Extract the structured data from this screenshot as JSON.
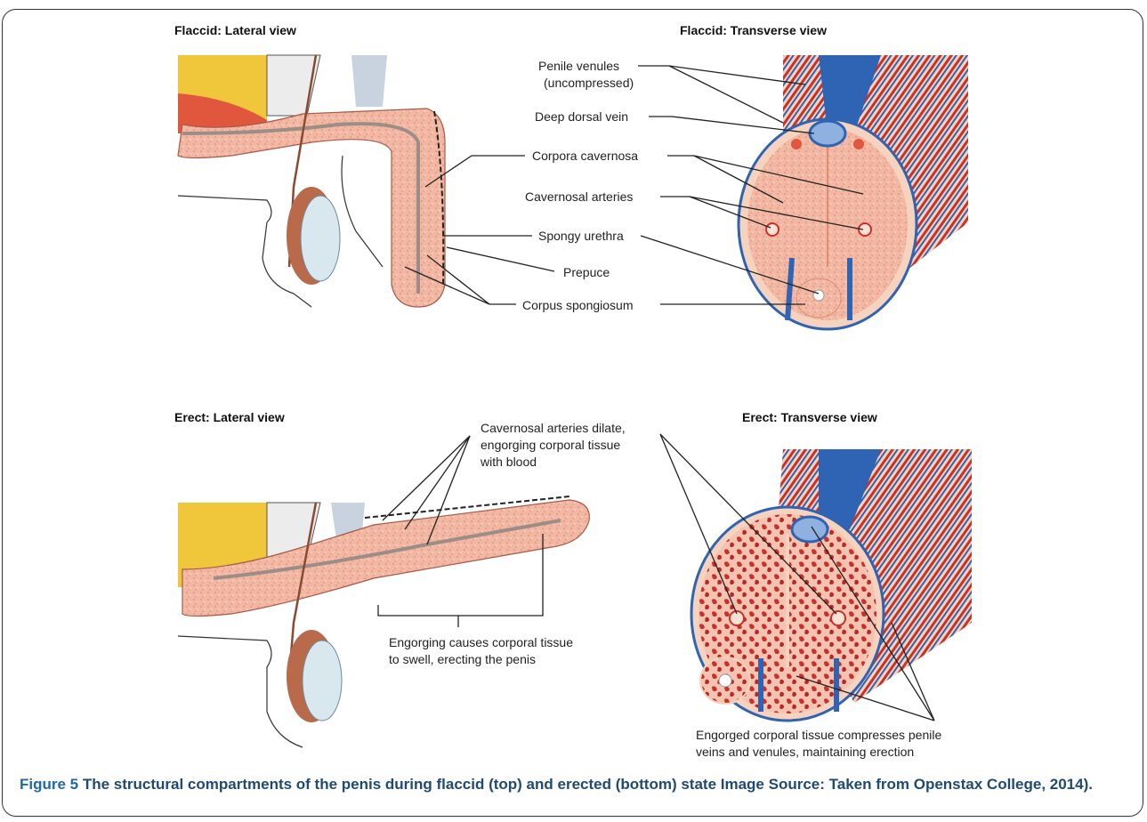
{
  "panels": {
    "flaccid_lateral": {
      "title": "Flaccid: Lateral view"
    },
    "flaccid_transverse": {
      "title": "Flaccid: Transverse view"
    },
    "erect_lateral": {
      "title": "Erect: Lateral view"
    },
    "erect_transverse": {
      "title": "Erect: Transverse view"
    }
  },
  "labels": {
    "penile_venules_1": "Penile venules",
    "penile_venules_2": "(uncompressed)",
    "deep_dorsal_vein": "Deep dorsal vein",
    "corpora_cavernosa": "Corpora cavernosa",
    "cavernosal_arteries": "Cavernosal arteries",
    "spongy_urethra": "Spongy urethra",
    "prepuce": "Prepuce",
    "corpus_spongiosum": "Corpus spongiosum",
    "dilate_1": "Cavernosal arteries dilate,",
    "dilate_2": "engorging corporal tissue",
    "dilate_3": "with blood",
    "swell_1": "Engorging causes corporal tissue",
    "swell_2": "to swell, erecting the penis",
    "compress_1": "Engorged corporal tissue compresses penile",
    "compress_2": "veins and venules, maintaining erection"
  },
  "caption": {
    "label": "Figure 5",
    "text": " The structural compartments of the penis during flaccid (top) and erected (bottom) state Image Source: Taken from Openstax College, 2014)."
  },
  "colors": {
    "tissue": "#f2b8a4",
    "tissue_dark": "#e08b72",
    "vein": "#2f63b3",
    "artery": "#c8322b",
    "skin": "#f6d3be",
    "fat": "#f0c63a",
    "testis": "#d8e8ee",
    "epididymis": "#b86a4a",
    "caption_text": "#1f4a73"
  }
}
